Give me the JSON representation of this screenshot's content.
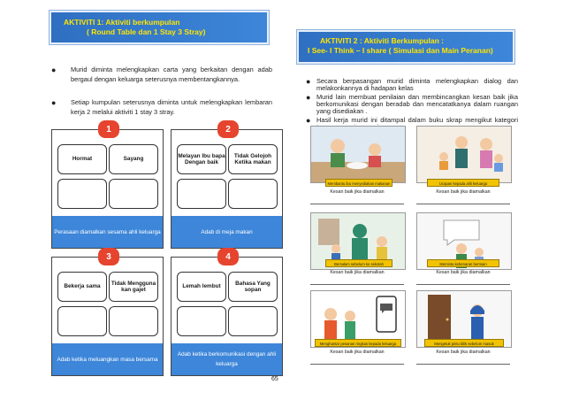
{
  "left": {
    "header": {
      "line1": "AKTIVITI 1: Aktiviti berkumpulan",
      "line2": "( Round Table dan 1 Stay 3 Stray)"
    },
    "bullets": [
      "Murid diminta melengkapkan carta yang berkaitan dengan adab bergaul dengan keluarga seterusnya membentangkannya.",
      "Setiap kumpulan seterusnya diminta untuk melengkapkan lembaran kerja 2 melalui aktiviti 1 stay 3 stray."
    ],
    "blocks": [
      {
        "number": "1",
        "cells": [
          "Hormat",
          "Sayang"
        ],
        "footer": "Perasaan diamalkan sesama ahli keluarga"
      },
      {
        "number": "2",
        "cells": [
          "Melayan Ibu bapa Dengan baik",
          "Tidak Gelojoh Ketika makan"
        ],
        "footer": "Adab di meja makan"
      },
      {
        "number": "3",
        "cells": [
          "Bekerja sama",
          "Tidak Mengguna kan gajet"
        ],
        "footer": "Adab ketika meluangkan masa bersama"
      },
      {
        "number": "4",
        "cells": [
          "Lemah lembut",
          "Bahasa Yang sopan"
        ],
        "footer": "Adab ketika berkomunikasi dengan ahli keluarga"
      }
    ]
  },
  "right": {
    "header": {
      "line1": "AKTIVITI 2 : Aktiviti  Berkumpulan :",
      "line2": "I See- I Think – I share ( Simulasi dan Main Peranan)"
    },
    "bullets": [
      "Secara berpasangan murid diminta melengkapkan dialog dan melakonkannya di hadapan kelas",
      "Murid lain membuat penilaian dan membincangkan kesan baik jika berkomunikasi dengan beradab dan mencatatkanya dalam ruangan yang disediakan .",
      "Hasil kerja murid ini ditampal dalam buku skrap mengikut kategori tugasan masing-masing"
    ],
    "cards": [
      {
        "caption": "Membantu ibu menyediakan makanan",
        "sub": "Kesan baik jika diamalkan"
      },
      {
        "caption": "Ucapan kepada ahli keluarga",
        "sub": "Kesan baik jika diamalkan"
      },
      {
        "caption": "Bersalam sebelum ke sekolah",
        "sub": "Kesan baik jika diamalkan"
      },
      {
        "caption": "Meminta kebenaran bermain",
        "sub": "Kesan baik jika diamalkan"
      },
      {
        "caption": "Menghantar pesanan ringkas kepada keluarga",
        "sub": "Kesan baik jika diamalkan"
      },
      {
        "caption": "Mengetuk pintu bilik sebelum masuk",
        "sub": "Kesan baik jika diamalkan"
      }
    ]
  },
  "page_number": "65",
  "colors": {
    "header_blue": "#3d86d9",
    "number_red": "#e6442e",
    "caption_yellow": "#f2c300"
  }
}
